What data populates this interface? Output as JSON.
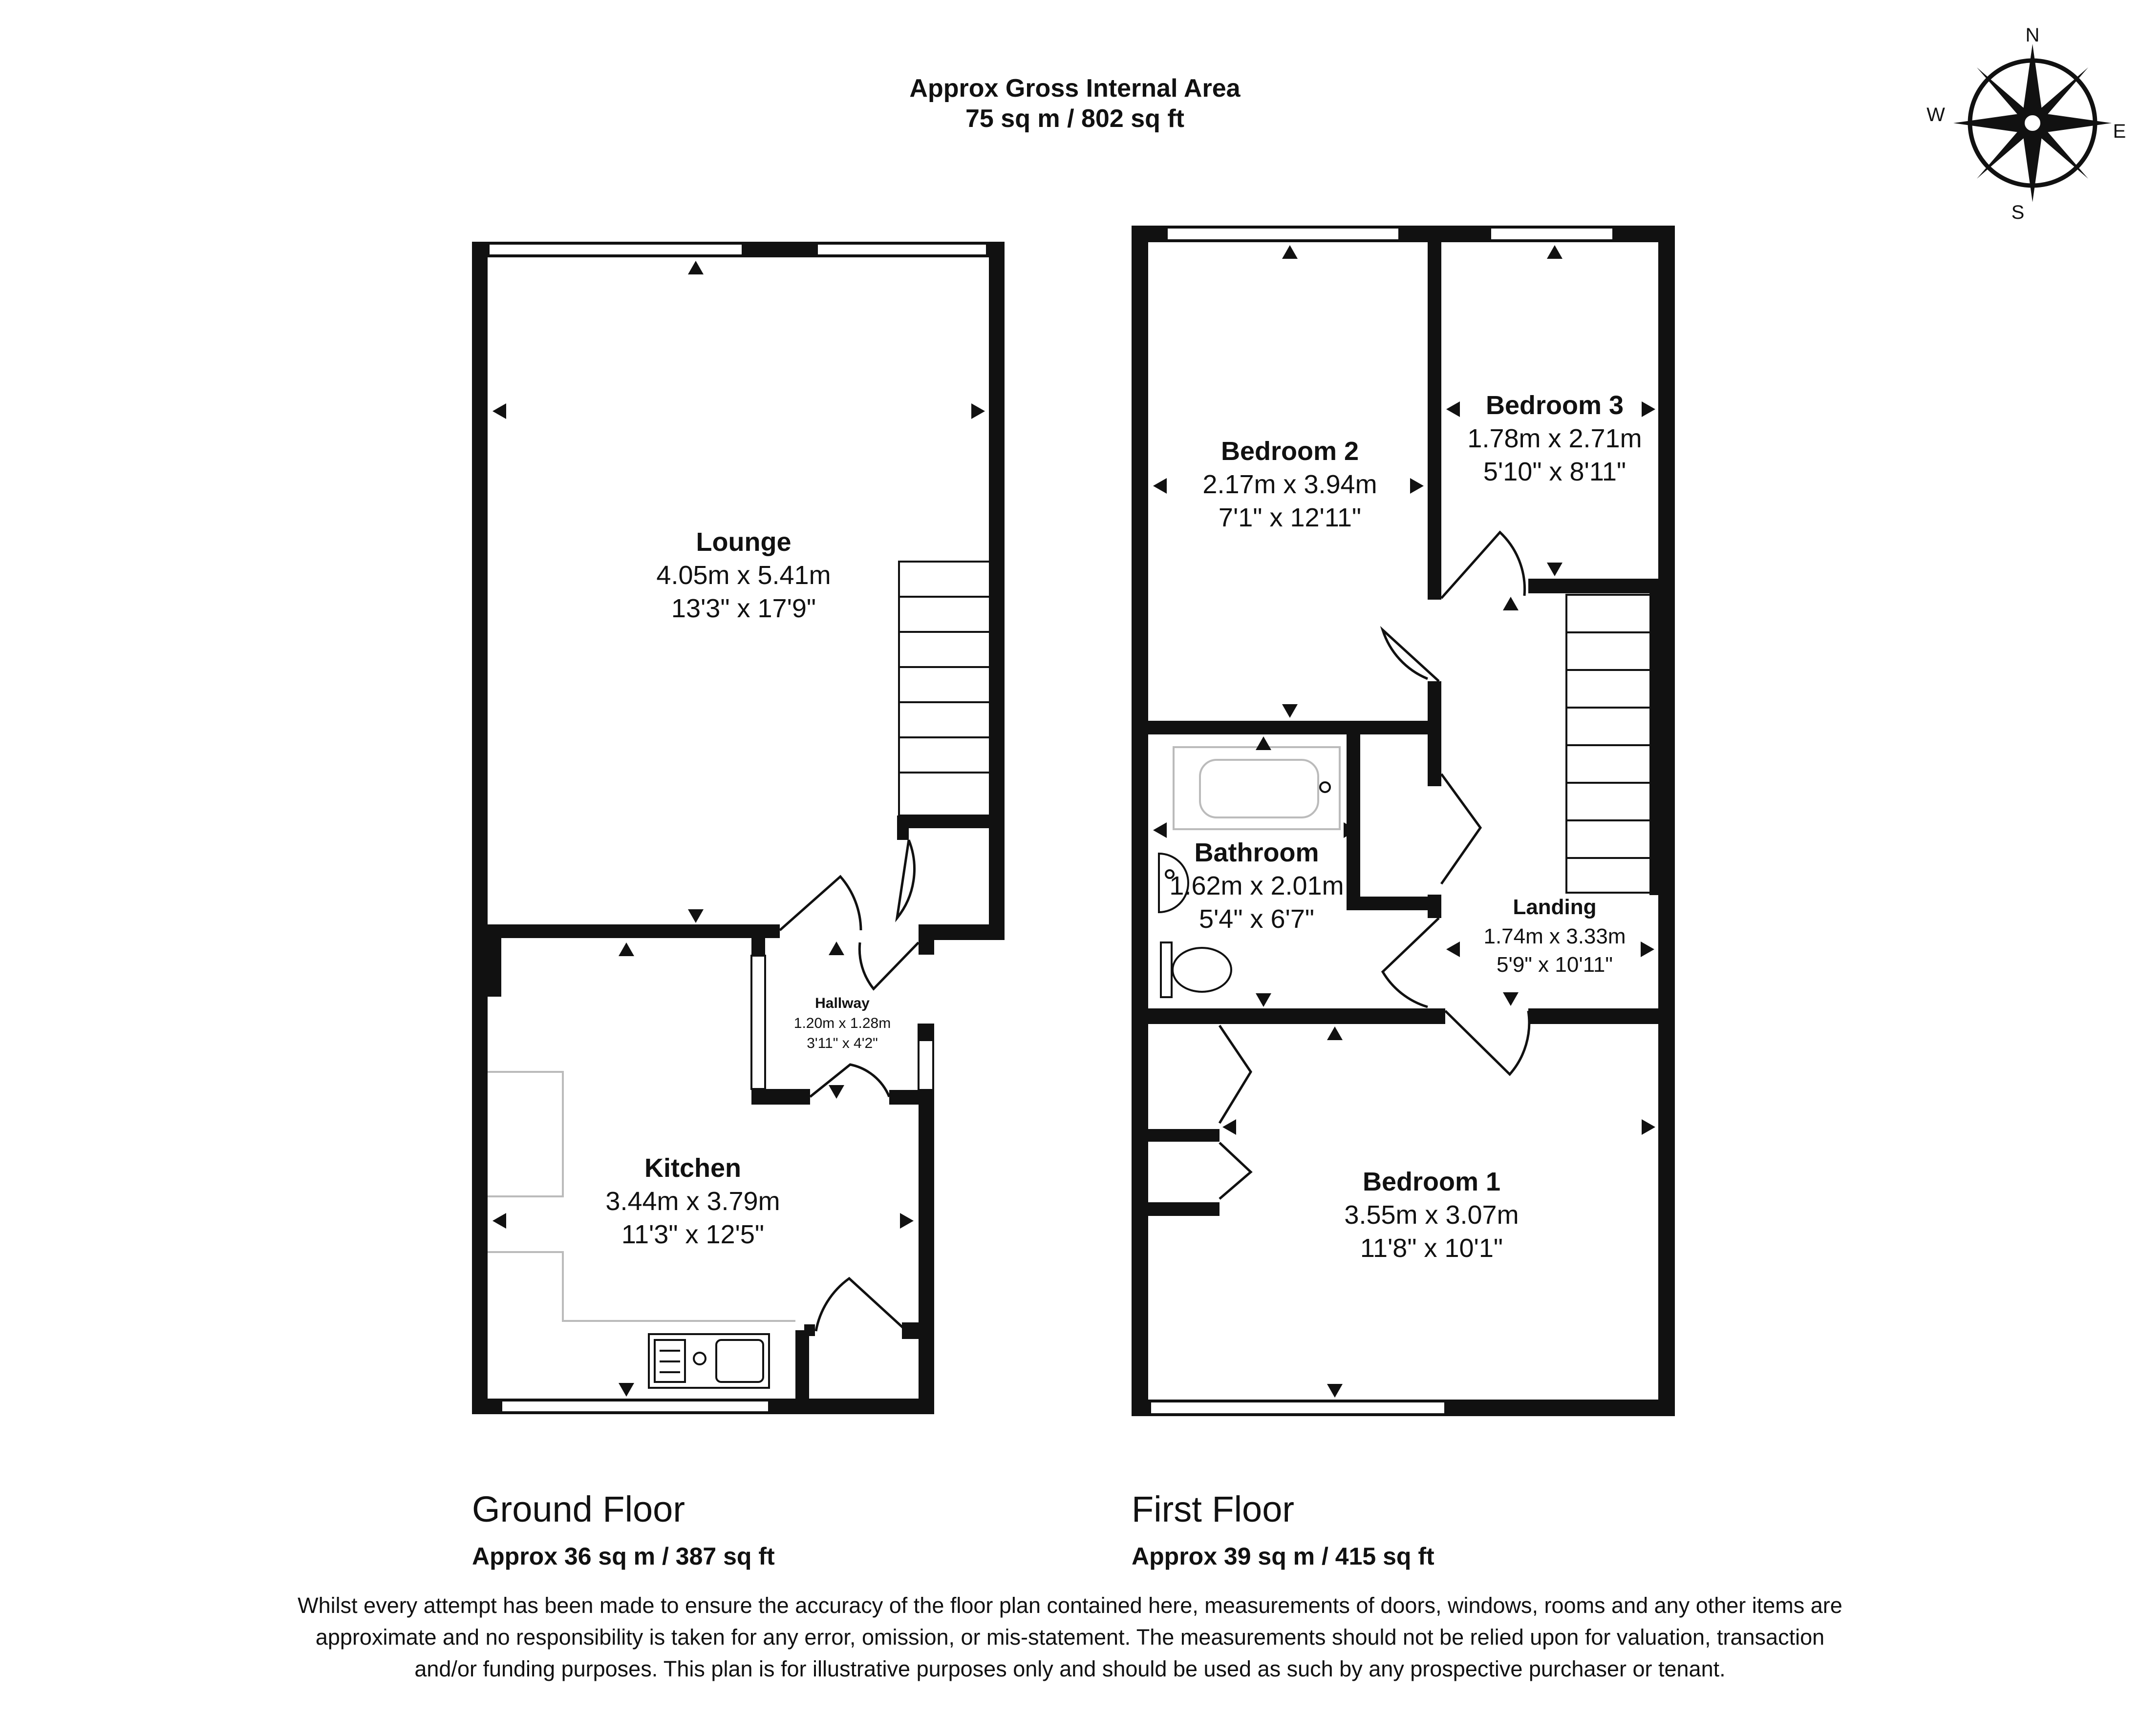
{
  "header": {
    "line1": "Approx Gross Internal Area",
    "line2": "75 sq m / 802 sq ft"
  },
  "compass": {
    "n": "N",
    "e": "E",
    "s": "S",
    "w": "W"
  },
  "ground_floor": {
    "title": "Ground Floor",
    "area": "Approx 36 sq m / 387 sq ft",
    "rooms": {
      "lounge": {
        "name": "Lounge",
        "metric": "4.05m x 5.41m",
        "imperial": "13'3\" x 17'9\""
      },
      "kitchen": {
        "name": "Kitchen",
        "metric": "3.44m x 3.79m",
        "imperial": "11'3\" x 12'5\""
      },
      "hallway": {
        "name": "Hallway",
        "metric": "1.20m x 1.28m",
        "imperial": "3'11\" x 4'2\""
      }
    }
  },
  "first_floor": {
    "title": "First Floor",
    "area": "Approx 39 sq m / 415 sq ft",
    "rooms": {
      "bedroom2": {
        "name": "Bedroom 2",
        "metric": "2.17m x 3.94m",
        "imperial": "7'1\" x 12'11\""
      },
      "bedroom3": {
        "name": "Bedroom 3",
        "metric": "1.78m x 2.71m",
        "imperial": "5'10\" x 8'11\""
      },
      "bathroom": {
        "name": "Bathroom",
        "metric": "1.62m x 2.01m",
        "imperial": "5'4\" x 6'7\""
      },
      "landing": {
        "name": "Landing",
        "metric": "1.74m x 3.33m",
        "imperial": "5'9\" x 10'11\""
      },
      "bedroom1": {
        "name": "Bedroom 1",
        "metric": "3.55m x 3.07m",
        "imperial": "11'8\" x 10'1\""
      }
    }
  },
  "disclaimer": "Whilst every attempt has been made to ensure the accuracy of the floor plan contained here, measurements of doors, windows, rooms and any other items are approximate and no responsibility is taken for any error, omission, or mis-statement. The measurements should not be relied upon for valuation, transaction and/or funding purposes. This plan is for illustrative purposes only and should be used as such by any prospective purchaser or tenant."
}
